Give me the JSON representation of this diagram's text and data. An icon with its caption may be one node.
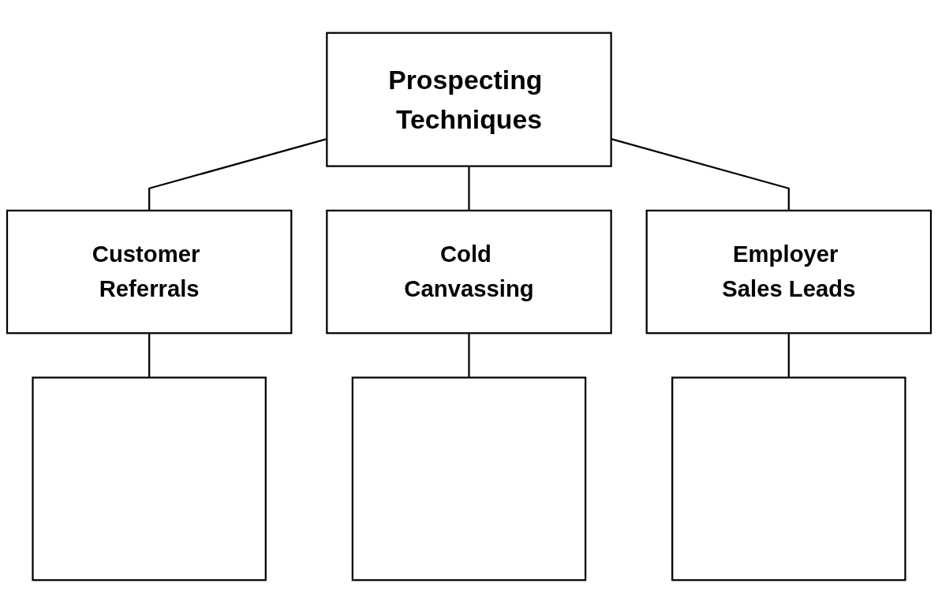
{
  "diagram": {
    "nodes": [
      {
        "text": [
          "Prospecting Techniques"
        ]
      },
      {
        "text": [
          "Customer Referrals"
        ]
      },
      {
        "text": [
          "Cold Canvassing"
        ]
      },
      {
        "text": [
          "Employer Sales Leads"
        ]
      },
      {
        "text": [],
        "shape": "box"
      },
      {
        "text": [],
        "shape": "box"
      },
      {
        "text": [],
        "shape": "box"
      }
    ],
    "edges": [
      {
        "from": 0,
        "to": 1,
        "arrow": "none"
      },
      {
        "from": 0,
        "to": 2,
        "arrow": "none"
      },
      {
        "from": 0,
        "to": 3,
        "arrow": "none"
      },
      {
        "from": 1,
        "to": 4,
        "arrow": "none"
      },
      {
        "from": 2,
        "to": 5,
        "arrow": "none"
      },
      {
        "from": 3,
        "to": 6,
        "arrow": "none"
      }
    ]
  }
}
